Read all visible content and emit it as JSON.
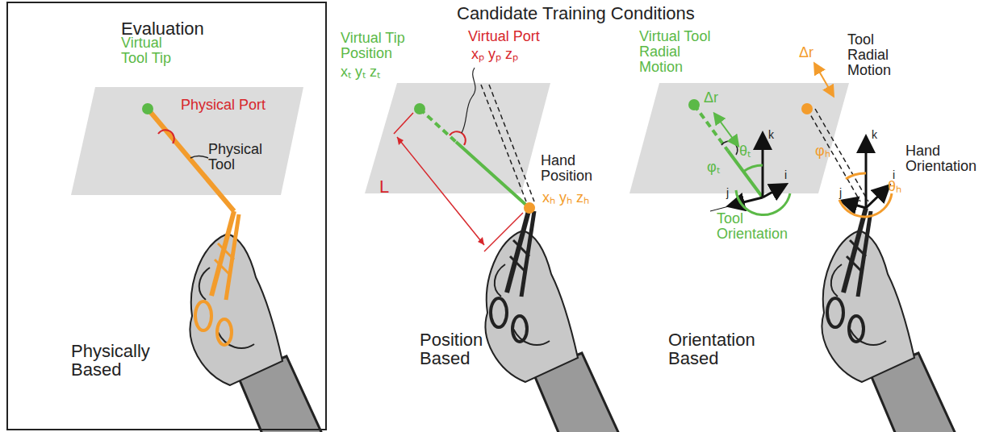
{
  "diagram": {
    "nodes": [
      {
        "text": [
          "Evaluation",
          "Virtual Tool Tip",
          "Physical Port",
          "Physical Tool",
          "Physically Based"
        ]
      }
    ],
    "labels": [
      "Candidate Training Conditions",
      "Virtual Tip Position",
      "xₜ yₜ zₜ",
      "Virtual Port",
      "xₚ yₚ zₚ",
      "Hand Position",
      "xₕ yₕ zₕ",
      "L",
      "Position Based",
      "Virtual Tool Radial Motion",
      "Δr",
      "φₜ",
      "θₜ",
      "k",
      "i",
      "j",
      "Tool Orientation",
      "Δr",
      "Tool Radial Motion",
      "φₕ",
      "θₕ",
      "k",
      "i",
      "j",
      "Hand Orientation",
      "Orientation Based"
    ]
  }
}
